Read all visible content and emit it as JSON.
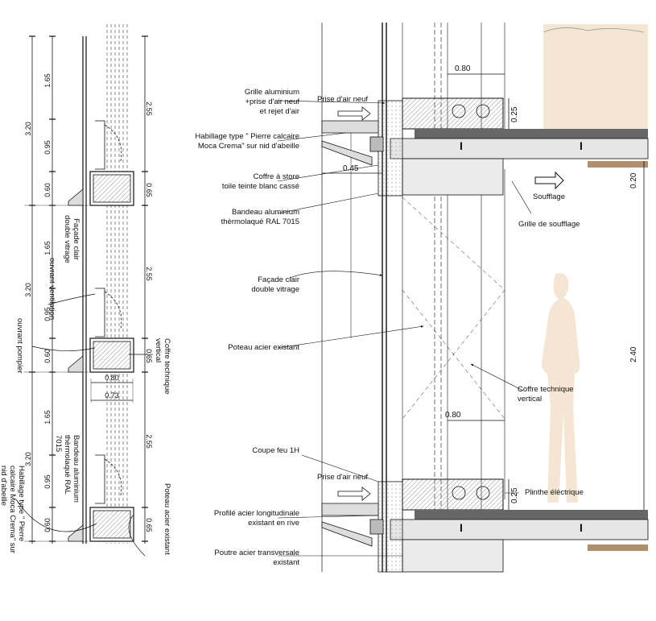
{
  "dimensions": {
    "left_heights": [
      "3.20",
      "3.20",
      "3.20"
    ],
    "left_sub": [
      "1.65",
      "0.95",
      "0.60",
      "1.65",
      "0.95",
      "0.60",
      "1.65",
      "0.95",
      "0.60"
    ],
    "right_heights": [
      "2.55",
      "0.65",
      "2.55",
      "0.65",
      "2.55",
      "0.65"
    ],
    "widths_left": [
      "0.80",
      "0.73"
    ],
    "section": {
      "top_width": "0.80",
      "mid_width": "0.80",
      "depth_left": "0.45",
      "slab_top": "0.25",
      "slab_bottom": "0.25",
      "beam": "0.20",
      "height": "2.40"
    }
  },
  "labels_left_drawing": {
    "facade": "Façade clair double vitrage",
    "ouvrant_ventilation": "ouvrant ventilation",
    "ouvrant_pompier": "ouvrant pompier",
    "coffre": "Coffre technique vertical",
    "bandeau": "Bandeau aluminium thèrmolaqué RAL 7015",
    "habillage": "Habillage type \" Pierre calcaire Moca Crema\" sur nid d'abeille",
    "poteau": "Poteau acier existant"
  },
  "callouts": {
    "grille": [
      "Grille aluminium",
      "+prise d'air neuf",
      "et rejet d'air"
    ],
    "prise_top": "Prise d'air neuf",
    "habillage": [
      "Habillage type \" Pierre calcaire",
      "Moca Crema\" sur nid d'abeille"
    ],
    "coffre_store": [
      "Coffre à store",
      "toile teinte blanc cassé"
    ],
    "bandeau": [
      "Bandeau aluminium",
      "thèrmolaqué RAL 7015"
    ],
    "facade": [
      "Façade clair",
      "double vitrage"
    ],
    "poteau": "Poteau acier existant",
    "coupe_feu": "Coupe feu 1H",
    "prise_bottom": "Prise d'air neuf",
    "profile": [
      "Profilé acier longitudinale",
      "existant en rive"
    ],
    "poutre": [
      "Poutre acier transversale",
      "existant"
    ],
    "soufflage": "Soufflage",
    "grille_soufflage": "Grille de soufflage",
    "coffre_vertical": [
      "Coffre technique",
      "vertical"
    ],
    "plinthe": "Plinthe éléctrique"
  }
}
